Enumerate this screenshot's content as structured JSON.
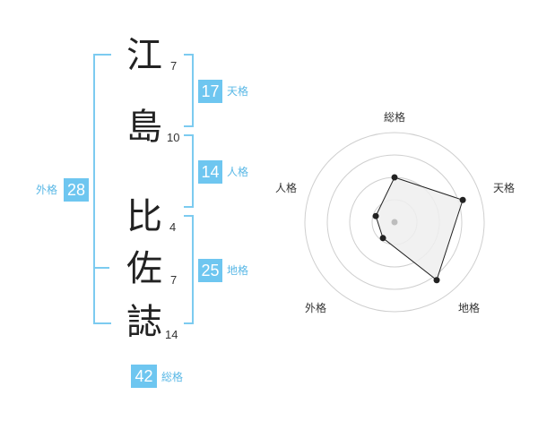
{
  "name": {
    "characters": [
      {
        "char": "江",
        "strokes": "7"
      },
      {
        "char": "島",
        "strokes": "10"
      },
      {
        "char": "比",
        "strokes": "4"
      },
      {
        "char": "佐",
        "strokes": "7"
      },
      {
        "char": "誌",
        "strokes": "14"
      }
    ]
  },
  "fortune": {
    "tenkaku": {
      "value": "17",
      "label": "天格"
    },
    "jinkaku": {
      "value": "14",
      "label": "人格"
    },
    "chikaku": {
      "value": "25",
      "label": "地格"
    },
    "gaikaku": {
      "value": "28",
      "label": "外格"
    },
    "soukaku": {
      "value": "42",
      "label": "総格"
    }
  },
  "colors": {
    "accent": "#6ec6f0",
    "bracket": "#7ccbf0",
    "radar_fill": "#efefef",
    "radar_line": "#222222"
  },
  "chart_data": {
    "type": "radar",
    "axes": [
      "総格",
      "天格",
      "地格",
      "外格",
      "人格"
    ],
    "values": [
      0.5,
      0.8,
      0.8,
      0.22,
      0.22
    ],
    "range": [
      0,
      1
    ],
    "rings": 4
  }
}
